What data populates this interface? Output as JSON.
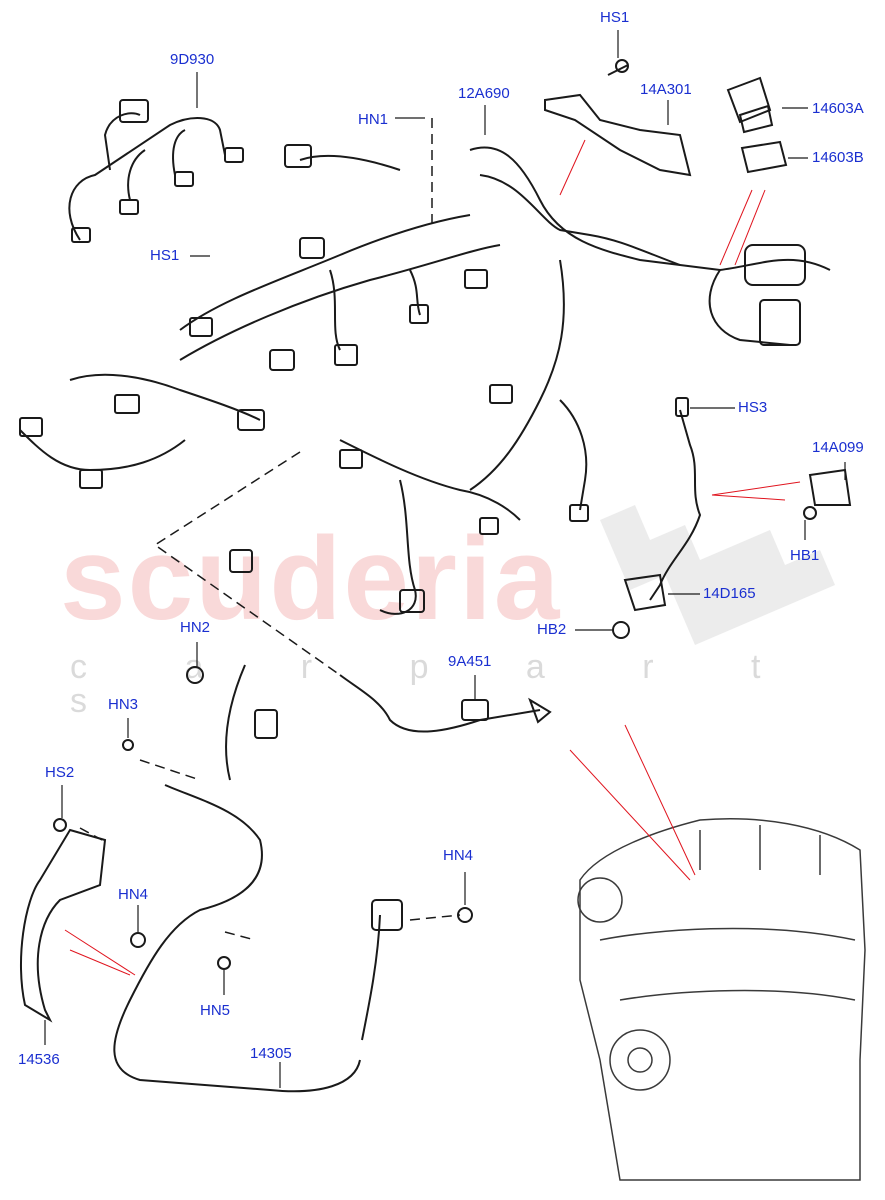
{
  "watermark": {
    "brand": "scuderia",
    "tagline": "c a r   p a r t s"
  },
  "callouts": [
    {
      "id": "9d930",
      "text": "9D930"
    },
    {
      "id": "hs1-top",
      "text": "HS1"
    },
    {
      "id": "hn1",
      "text": "HN1"
    },
    {
      "id": "12a690",
      "text": "12A690"
    },
    {
      "id": "14a301",
      "text": "14A301"
    },
    {
      "id": "14603a",
      "text": "14603A"
    },
    {
      "id": "14603b",
      "text": "14603B"
    },
    {
      "id": "hs1-left",
      "text": "HS1"
    },
    {
      "id": "hs3",
      "text": "HS3"
    },
    {
      "id": "14a099",
      "text": "14A099"
    },
    {
      "id": "hb1",
      "text": "HB1"
    },
    {
      "id": "14d165",
      "text": "14D165"
    },
    {
      "id": "hb2",
      "text": "HB2"
    },
    {
      "id": "hn2",
      "text": "HN2"
    },
    {
      "id": "9a451",
      "text": "9A451"
    },
    {
      "id": "hn3",
      "text": "HN3"
    },
    {
      "id": "hs2",
      "text": "HS2"
    },
    {
      "id": "hn4-left",
      "text": "HN4"
    },
    {
      "id": "hn4-right",
      "text": "HN4"
    },
    {
      "id": "hn5",
      "text": "HN5"
    },
    {
      "id": "14536",
      "text": "14536"
    },
    {
      "id": "14305",
      "text": "14305"
    }
  ],
  "colors": {
    "callout_text": "#1a2fd0",
    "line_art": "#1a1a1a",
    "pointer_red": "#e0141e",
    "watermark_red": "#e87878"
  }
}
